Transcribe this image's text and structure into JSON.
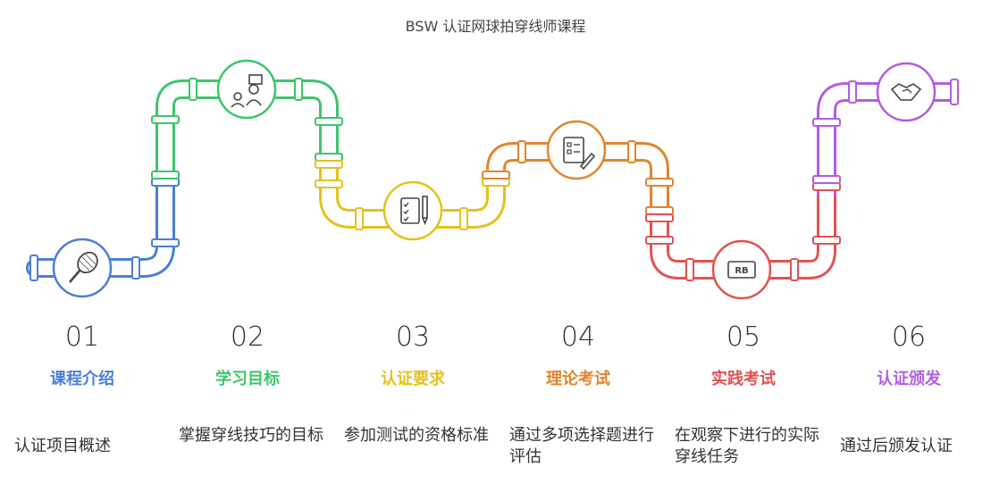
{
  "title": "BSW 认证网球拍穿线师课程",
  "steps": [
    {
      "num": "01",
      "title": "课程介绍",
      "desc": "认证项目概述",
      "color": "#4A7FD6",
      "icon": "tennis-racket-icon"
    },
    {
      "num": "02",
      "title": "学习目标",
      "desc": "掌握穿线技巧的目标",
      "color": "#3EC46D",
      "icon": "teacher-student-icon"
    },
    {
      "num": "03",
      "title": "认证要求",
      "desc": "参加测试的资格标准",
      "color": "#E3C21B",
      "icon": "checklist-pencil-icon"
    },
    {
      "num": "04",
      "title": "理论考试",
      "desc": "通过多项选择题进行评估",
      "color": "#E0852E",
      "icon": "exam-form-icon"
    },
    {
      "num": "05",
      "title": "实践考试",
      "desc": "在观察下进行的实际穿线任务",
      "color": "#E05252",
      "icon": "rb-badge-icon"
    },
    {
      "num": "06",
      "title": "认证颁发",
      "desc": "通过后颁发认证",
      "color": "#B45CE0",
      "icon": "handshake-icon"
    }
  ]
}
